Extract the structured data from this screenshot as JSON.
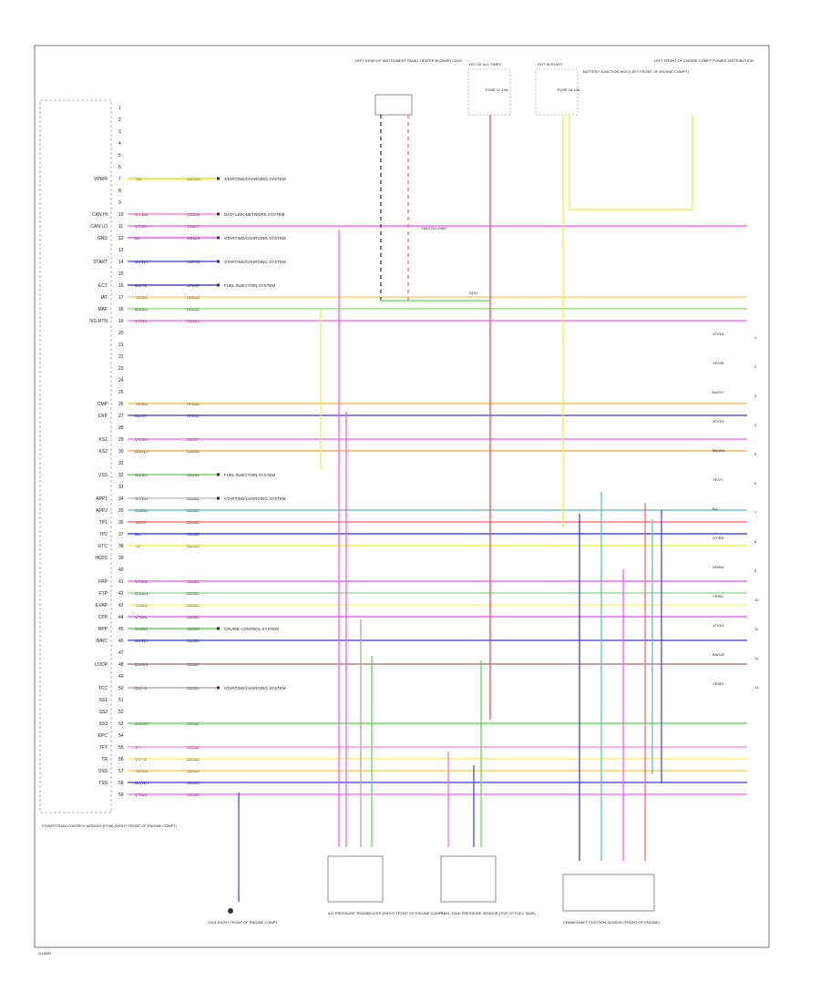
{
  "page_id": "G14892",
  "module_label": "POWERTRAIN CONTROL MODULE (PCM) (RIGHT FRONT OF ENGINE COMPT)",
  "top_labels": {
    "hvac": "LEFT REAR OF INSTRUMENT PANEL HEATER BLOWER CASE",
    "hot_at_all_times": "HOT AT ALL TIMES",
    "hot_in_start": "HOT IN START",
    "fuse_a": "FUSE 12 10A",
    "fuse_b": "FUSE 18 10A",
    "battery_junction": "BATTERY JUNCTION BOX (LEFT FRONT OF ENGINE COMPT)",
    "relay_box": "LEFT FRONT OF ENGINE COMPT POWER DISTRIBUTION",
    "twisted_pair_1": "TWISTED PAIR",
    "splice_1": "S101"
  },
  "pin_labels": [
    {
      "pin": "1",
      "label": ""
    },
    {
      "pin": "2",
      "label": ""
    },
    {
      "pin": "3",
      "label": ""
    },
    {
      "pin": "4",
      "label": ""
    },
    {
      "pin": "5",
      "label": ""
    },
    {
      "pin": "6",
      "label": ""
    },
    {
      "pin": "7",
      "label": "VPWR"
    },
    {
      "pin": "8",
      "label": ""
    },
    {
      "pin": "9",
      "label": ""
    },
    {
      "pin": "10",
      "label": "CAN HI"
    },
    {
      "pin": "11",
      "label": "CAN LO"
    },
    {
      "pin": "12",
      "label": "GND"
    },
    {
      "pin": "13",
      "label": ""
    },
    {
      "pin": "14",
      "label": "START"
    },
    {
      "pin": "15",
      "label": ""
    },
    {
      "pin": "16",
      "label": "ECT"
    },
    {
      "pin": "17",
      "label": "IAT"
    },
    {
      "pin": "18",
      "label": "MAF"
    },
    {
      "pin": "19",
      "label": "SIG RTN"
    },
    {
      "pin": "20",
      "label": ""
    },
    {
      "pin": "21",
      "label": ""
    },
    {
      "pin": "22",
      "label": ""
    },
    {
      "pin": "23",
      "label": ""
    },
    {
      "pin": "24",
      "label": ""
    },
    {
      "pin": "25",
      "label": ""
    },
    {
      "pin": "26",
      "label": "CMP"
    },
    {
      "pin": "27",
      "label": "CKP"
    },
    {
      "pin": "28",
      "label": ""
    },
    {
      "pin": "29",
      "label": "KS1"
    },
    {
      "pin": "30",
      "label": "KS2"
    },
    {
      "pin": "31",
      "label": ""
    },
    {
      "pin": "32",
      "label": "VSS"
    },
    {
      "pin": "33",
      "label": ""
    },
    {
      "pin": "34",
      "label": "APP1"
    },
    {
      "pin": "35",
      "label": "APP2"
    },
    {
      "pin": "36",
      "label": "TP1"
    },
    {
      "pin": "37",
      "label": "TP2"
    },
    {
      "pin": "38",
      "label": "ETC"
    },
    {
      "pin": "39",
      "label": "HO2S"
    },
    {
      "pin": "40",
      "label": ""
    },
    {
      "pin": "41",
      "label": "FRP"
    },
    {
      "pin": "42",
      "label": "FTP"
    },
    {
      "pin": "43",
      "label": "EVAP"
    },
    {
      "pin": "44",
      "label": "CPP"
    },
    {
      "pin": "45",
      "label": "BPP"
    },
    {
      "pin": "46",
      "label": "IMRC"
    },
    {
      "pin": "47",
      "label": ""
    },
    {
      "pin": "48",
      "label": "LOOP"
    },
    {
      "pin": "49",
      "label": ""
    },
    {
      "pin": "50",
      "label": "TCC"
    },
    {
      "pin": "51",
      "label": "SS1"
    },
    {
      "pin": "52",
      "label": "SS2"
    },
    {
      "pin": "53",
      "label": "SS3"
    },
    {
      "pin": "54",
      "label": "EPC"
    },
    {
      "pin": "55",
      "label": "TFT"
    },
    {
      "pin": "56",
      "label": "TR"
    },
    {
      "pin": "57",
      "label": "OSS"
    },
    {
      "pin": "58",
      "label": "TSS"
    },
    {
      "pin": "59",
      "label": ""
    }
  ],
  "wire_rows": [
    {
      "pin": "7",
      "color": "YEL",
      "circuit": "CDC03",
      "dest": "STARTING/CHARGING SYSTEM",
      "hex": "#e6e600"
    },
    {
      "pin": "10",
      "color": "GY/BN",
      "circuit": "VDB06",
      "dest": "DATA LINK NETWORK SYSTEM",
      "hex": "#ff77dd"
    },
    {
      "pin": "11",
      "color": "VT/WH",
      "circuit": "VDB07",
      "dest": "",
      "hex": "#ff55ff"
    },
    {
      "pin": "12",
      "color": "BK",
      "circuit": "GD128",
      "dest": "STARTING/CHARGING SYSTEM",
      "hex": "#ff44ee"
    },
    {
      "pin": "14",
      "color": "BU/WH",
      "circuit": "CBP46",
      "dest": "STARTING/CHARGING SYSTEM",
      "hex": "#4444ff"
    },
    {
      "pin": "16",
      "color": "BU/YE",
      "circuit": "CF209",
      "dest": "FUEL INJECTION SYSTEM",
      "hex": "#3333cc"
    },
    {
      "pin": "17",
      "color": "YE/GN",
      "circuit": "RE213",
      "dest": "",
      "hex": "#ffcc55"
    },
    {
      "pin": "18",
      "color": "BN/BU",
      "circuit": "RE214",
      "dest": "",
      "hex": "#88dd66"
    },
    {
      "pin": "19",
      "color": "VT/GN",
      "circuit": "RE223",
      "dest": "",
      "hex": "#ff66dd"
    },
    {
      "pin": "26",
      "color": "YE/GN",
      "circuit": "RF233",
      "dest": "",
      "hex": "#ffbb33"
    },
    {
      "pin": "27",
      "color": "BU/GY",
      "circuit": "RF234",
      "dest": "",
      "hex": "#4444ee"
    },
    {
      "pin": "29",
      "color": "VT/GN",
      "circuit": "CE207",
      "dest": "",
      "hex": "#ff66ee"
    },
    {
      "pin": "30",
      "color": "BN/WH",
      "circuit": "CE208",
      "dest": "",
      "hex": "#ffaa44"
    },
    {
      "pin": "32",
      "color": "BN/BU",
      "circuit": "CE201",
      "dest": "FUEL INJECTION SYSTEM",
      "hex": "#66cc55"
    },
    {
      "pin": "34",
      "color": "GY/BN",
      "circuit": "CE301",
      "dest": "STARTING/CHARGING SYSTEM",
      "hex": "#bbbbbb"
    },
    {
      "pin": "35",
      "color": "GN/BU",
      "circuit": "CE302",
      "dest": "",
      "hex": "#66bbbb"
    },
    {
      "pin": "36",
      "color": "YE/VT",
      "circuit": "CE401",
      "dest": "",
      "hex": "#ff6666"
    },
    {
      "pin": "37",
      "color": "BU",
      "circuit": "CE402",
      "dest": "",
      "hex": "#3333ff"
    },
    {
      "pin": "38",
      "color": "YE",
      "circuit": "CE403",
      "dest": "",
      "hex": "#eeee33"
    },
    {
      "pin": "41",
      "color": "VT/OG",
      "circuit": "CE501",
      "dest": "",
      "hex": "#ff55ff"
    },
    {
      "pin": "42",
      "color": "BN/GN",
      "circuit": "CE502",
      "dest": "",
      "hex": "#88dd88"
    },
    {
      "pin": "43",
      "color": "YE/BN",
      "circuit": "CE503",
      "dest": "",
      "hex": "#ffee66"
    },
    {
      "pin": "44",
      "color": "VT/BN",
      "circuit": "CE504",
      "dest": "",
      "hex": "#ee55ff"
    },
    {
      "pin": "45",
      "color": "GN/BN",
      "circuit": "CE505",
      "dest": "CRUISE CONTROL SYSTEM",
      "hex": "#55cc55"
    },
    {
      "pin": "46",
      "color": "BU/WH",
      "circuit": "CE506",
      "dest": "",
      "hex": "#4444ff"
    },
    {
      "pin": "48",
      "color": "BN/GN",
      "circuit": "CE507",
      "dest": "",
      "hex": "#aa7777"
    },
    {
      "pin": "50",
      "color": "BN/YE",
      "circuit": "CE510",
      "dest": "STARTING/CHARGING SYSTEM",
      "hex": "#cc9999"
    },
    {
      "pin": "53",
      "color": "GN/WH",
      "circuit": "CE511",
      "dest": "",
      "hex": "#55dd55"
    },
    {
      "pin": "55",
      "color": "GY",
      "circuit": "CE512",
      "dest": "",
      "hex": "#ff88ee"
    },
    {
      "pin": "56",
      "color": "VT/YE",
      "circuit": "CE513",
      "dest": "",
      "hex": "#ffee55"
    },
    {
      "pin": "57",
      "color": "YE/GN",
      "circuit": "CE514",
      "dest": "",
      "hex": "#ffcc33"
    },
    {
      "pin": "58",
      "color": "BU/WH",
      "circuit": "CE515",
      "dest": "",
      "hex": "#4444ff"
    },
    {
      "pin": "59",
      "color": "VT/BN",
      "circuit": "CE516",
      "dest": "",
      "hex": "#ff66ff"
    }
  ],
  "bottom_components": [
    {
      "label": "G101 RIGHT FRONT OF ENGINE COMPT"
    },
    {
      "label": "A/C PRESSURE TRANSDUCER (RIGHT FRONT OF ENGINE COMPT)"
    },
    {
      "label": "FUEL TANK PRESSURE SENSOR (TOP OF FUEL TANK)"
    },
    {
      "label": "CRANKSHAFT POSITION SENSOR (FRONT OF ENGINE)"
    }
  ],
  "right_edge_refs": [
    "1",
    "2",
    "3",
    "4",
    "5",
    "6",
    "7",
    "8",
    "9",
    "10",
    "11",
    "12",
    "13"
  ],
  "right_edge_colors": [
    "VT/GN",
    "YE/GN",
    "BU/GY",
    "VT/OG",
    "BN/WH",
    "YE/VT",
    "BU",
    "GY/BN",
    "GN/BU",
    "YE/BU",
    "VT/OG",
    "BN/GN",
    "YE/BN"
  ]
}
